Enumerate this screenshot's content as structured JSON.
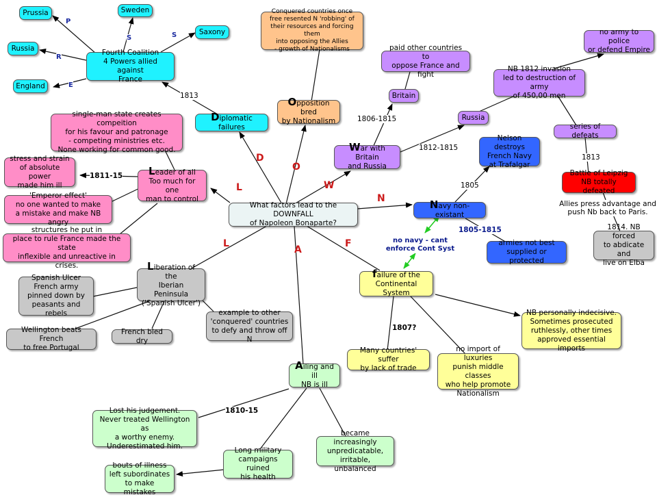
{
  "title": "What factors lead to the DOWNFALL\nof Napoleon Bonaparte?",
  "branches": {
    "diplomatic": {
      "initial": "D",
      "rest": "iplomatic failures"
    },
    "opposition": {
      "initial": "O",
      "rest": "pposition bred\nby Nationalism"
    },
    "war": {
      "initial": "W",
      "rest": "ar with Britain\nand Russia"
    },
    "navy": {
      "initial": "N",
      "rest": "avy non-existant"
    },
    "failure": {
      "initial": "f",
      "rest": "ailure of the\nContinental System"
    },
    "ailing": {
      "initial": "A",
      "rest": "iling and ill\nNB is ill"
    },
    "liberation": {
      "initial": "L",
      "rest": "iberation of the\nIberian Peninsula\n('Spanish Ulcer')"
    },
    "leader": {
      "initial": "L",
      "rest": "eader of all\nToo much for one\nman to control"
    }
  },
  "nodes": {
    "prussia": "Prussia",
    "sweden": "Sweden",
    "saxony": "Saxony",
    "russia_coalition": "Russia",
    "england": "England",
    "fourth_coalition": "Fourth Coalition\n4 Powers allied against\nFrance",
    "conquered_countries": "Conquered countries once\nfree resented N 'robbing' of\ntheir resources and forcing them\ninto opposing the Allies\n- growth of Nationalisms",
    "paid_countries": "paid other countries to\noppose France and fight",
    "britain": "Britain",
    "russia_war": "Russia",
    "no_army": "no army to police\nor defend Empire",
    "invasion_1812": "NB 1812 invasion\nled to destruction of army\nof 450,00 men",
    "series_defeats": "series of defeats",
    "leipzig": "Battle of Leipzig\nNB totally defeated",
    "allies_press": "Allies press advantage and\npush Nb back to Paris.",
    "abdicate": "1814. NB forced\nto abdicate and\nlive on Elba",
    "nelson": "Nelson destroys\nFrench Navy\nat Trafalgar",
    "armies_not_best": "armies not best\nsupplied or protected",
    "single_man_state": "single-man state creates compeition\nfor his favour and patronage\n- competing ministries etc.\nNone working for common good.",
    "stress": "stress and strain\nof absolute power\nmade him ill",
    "emperor_effect": "'Emperor effect'\nno one wanted to make\na mistake and make NB angry",
    "structures": "structures he put in\nplace to rule France made the state\ninflexible and unreactive in crises.",
    "spanish_ulcer": "Spanish Ulcer\nFrench army\npinned down by\npeasants and rebels",
    "wellington_beats": "Wellington beats French\nto free Portugal",
    "french_bled": "French bled dry",
    "example_conquered": "example to other\n'conquered' countries\nto defy and throw off N",
    "nb_indecisive": "NB personally indecisive.\nSometimes prosecuted\nruthlessly, other times\napproved essential imports",
    "many_countries": "Many countries' suffer\nby lack of trade",
    "no_luxuries": "no import of luxuries\npunish middle classes\nwho help promote\nNationalism",
    "lost_judgement": "Lost his judgement.\nNever treated Wellington as\na worthy enemy.\nUnderestimated him.",
    "long_campaigns": "Long military\ncampaigns ruined\nhis health",
    "bouts_illness": "bouts of illness\nleft subordinates\nto make mistakes",
    "unpredicatable": "became increasingly\nunpredicatable,\nirritable, unbalanced"
  },
  "labels": {
    "p": "P",
    "s1": "S",
    "s2": "S",
    "r": "R",
    "e": "E",
    "y1813a": "1813",
    "y1806": "1806-1815",
    "y1812": "1812-1815",
    "y1813b": "1813",
    "y1805": "1805",
    "y1805_1815": "1805-1815",
    "y1811": "1811-15",
    "y1807": "1807?",
    "y1810": "1810-15",
    "no_navy": "no navy - cant\nenforce Cont Syst",
    "letter_d": "D",
    "letter_o": "O",
    "letter_w": "W",
    "letter_n": "N",
    "letter_f": "F",
    "letter_a": "A",
    "letter_l1": "L",
    "letter_l2": "L"
  },
  "colors": {
    "cyan": "#1ff2ff",
    "pink": "#ff8dc7",
    "orange": "#ffc48c",
    "purple": "#c78dff",
    "blue": "#3366ff",
    "red": "#ff0000",
    "gray": "#c8c8c8",
    "yellow": "#ffff99",
    "green": "#ccffcc",
    "center": "#ebf4f4",
    "label_red": "#cc1b1b",
    "label_navy": "#0a1a8c",
    "double_arrow": "#22cc22"
  }
}
